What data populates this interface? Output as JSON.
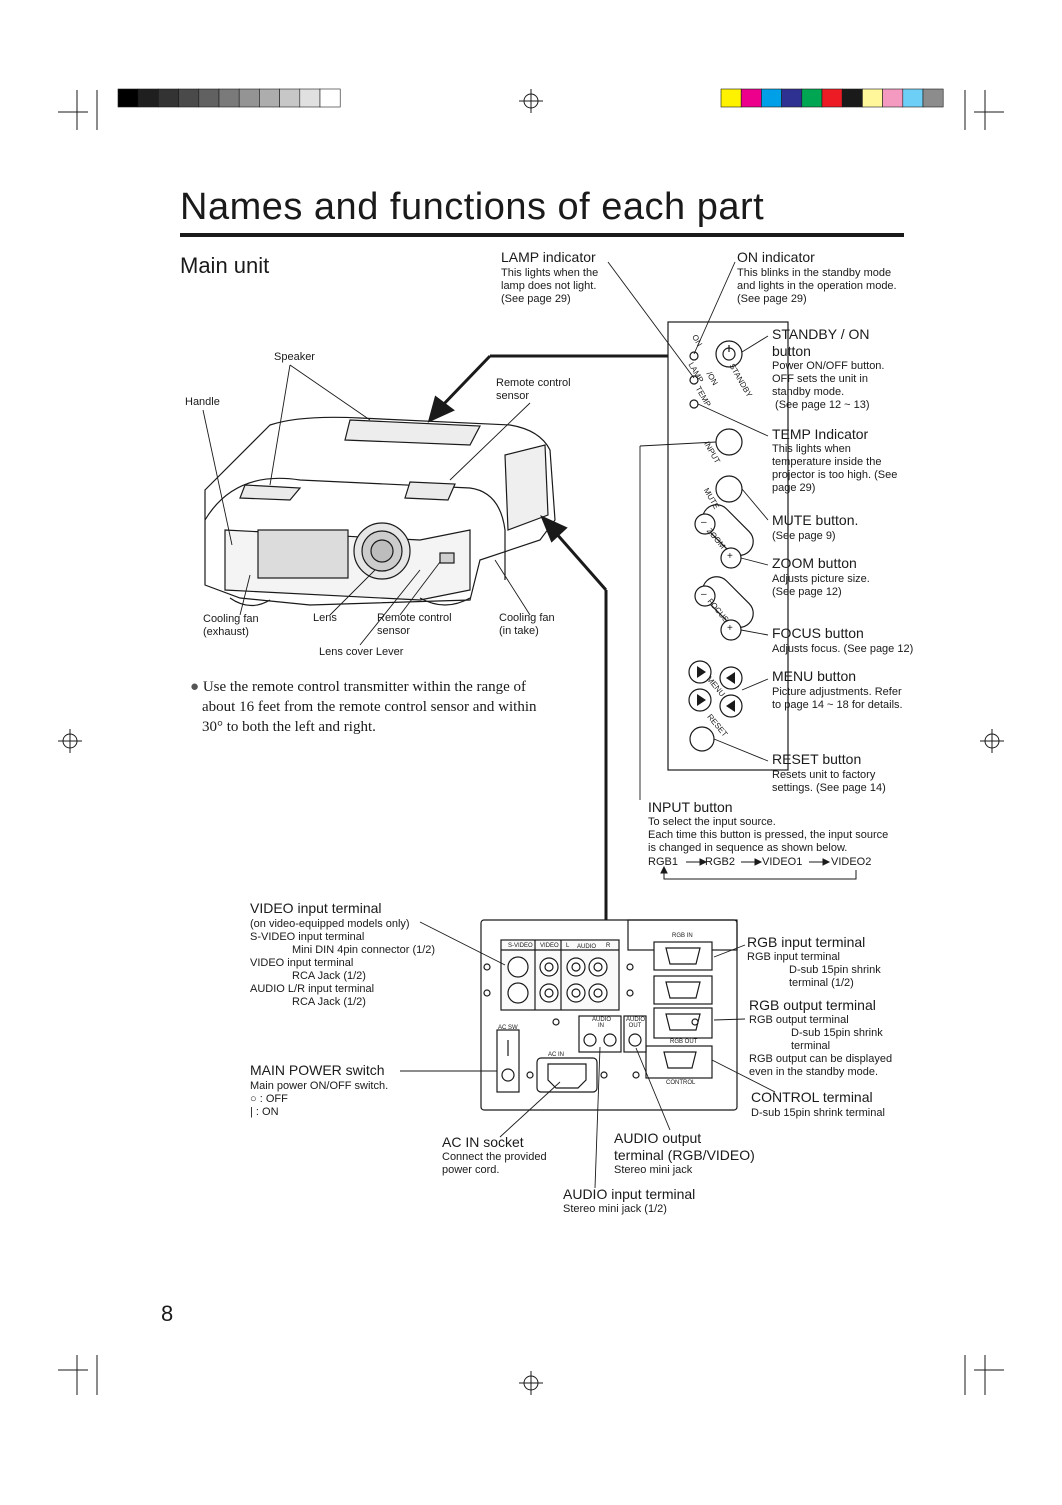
{
  "page": {
    "title": "Names and functions of each part",
    "section": "Main unit",
    "page_number": "8",
    "note": "Use the remote control transmitter within the range of about 16 feet from the remote control sensor and within 30° to both the left and right."
  },
  "projector_labels": {
    "speaker": "Speaker",
    "handle": "Handle",
    "remote_sensor_top": "Remote control sensor",
    "cooling_exhaust": "Cooling fan (exhaust)",
    "lens": "Lens",
    "remote_sensor_front": "Remote control sensor",
    "cooling_intake": "Cooling fan (in take)",
    "lens_cover_lever": "Lens cover Lever"
  },
  "control_panel": {
    "lamp": {
      "title": "LAMP indicator",
      "desc": "This lights when the lamp does not light. (See page 29)"
    },
    "on": {
      "title": "ON indicator",
      "desc": "This blinks in the standby mode and lights in the operation mode. (See page 29)"
    },
    "standby": {
      "title": "STANDBY / ON button",
      "desc_l1": "Power ON/OFF button.",
      "desc_l2": "OFF sets the unit in",
      "desc_l3": "standby mode.",
      "desc_l4": " (See page 12 ~ 13)"
    },
    "temp": {
      "title": "TEMP Indicator",
      "desc": "This lights when temperature inside the projector is too high. (See page 29)"
    },
    "mute": {
      "title": "MUTE button.",
      "desc": "(See page 9)"
    },
    "zoom": {
      "title": "ZOOM button",
      "desc_l1": "Adjusts picture size.",
      "desc_l2": "(See page 12)"
    },
    "focus": {
      "title": "FOCUS button",
      "desc": "Adjusts focus. (See page 12)"
    },
    "menu": {
      "title": "MENU button",
      "desc": "Picture adjustments. Refer to page 14 ~ 18 for details."
    },
    "reset": {
      "title": "RESET button",
      "desc": "Resets unit to factory settings. (See page 14)"
    },
    "input": {
      "title": "INPUT button",
      "desc_l1": "To select the input source.",
      "desc_l2": "Each time this button is pressed, the input source",
      "desc_l3": "is changed in sequence as shown below.",
      "sequence": [
        "RGB1",
        "RGB2",
        "VIDEO1",
        "VIDEO2"
      ]
    },
    "panel_text": {
      "on": "ON",
      "lamp": "LAMP",
      "slash_on": "/ON",
      "standby": "STANDBY",
      "temp": "TEMP",
      "input": "INPUT",
      "mute": "MUTE",
      "zoom": "ZOOM",
      "focus": "FOCUS",
      "menu": "MENU",
      "reset": "RESET",
      "minus": "–",
      "plus": "+"
    }
  },
  "rear_panel": {
    "video_input": {
      "title": "VIDEO input terminal",
      "l1": "(on video-equipped models only)",
      "l2": "S-VIDEO input terminal",
      "l3": "Mini DIN 4pin connector (1/2)",
      "l4": "VIDEO input terminal",
      "l5": "RCA Jack (1/2)",
      "l6": "AUDIO L/R input terminal",
      "l7": "RCA Jack (1/2)"
    },
    "main_power": {
      "title": "MAIN POWER switch",
      "l1": "Main power ON/OFF switch.",
      "l2": "○ : OFF",
      "l3": "| : ON"
    },
    "rgb_input": {
      "title": "RGB input terminal",
      "l1": "RGB input terminal",
      "l2": "D-sub 15pin shrink",
      "l3": "terminal (1/2)"
    },
    "rgb_output": {
      "title": "RGB output terminal",
      "l1": "RGB output terminal",
      "l2": "D-sub 15pin shrink",
      "l3": "terminal",
      "l4": "RGB output can be displayed",
      "l5": "even in the standby mode."
    },
    "control": {
      "title": "CONTROL terminal",
      "desc": "D-sub 15pin shrink terminal"
    },
    "ac_in": {
      "title": "AC IN socket",
      "l1": "Connect the provided",
      "l2": "power cord."
    },
    "audio_output": {
      "title_l1": "AUDIO output",
      "title_l2": "terminal (RGB/VIDEO)",
      "desc": "Stereo mini jack"
    },
    "audio_input": {
      "title": "AUDIO input terminal",
      "desc": "Stereo mini jack (1/2)"
    },
    "panel_text": {
      "svideo": "S-VIDEO",
      "video": "VIDEO",
      "l": "L",
      "audio": "AUDIO",
      "r": "R",
      "rgb_in": "RGB IN",
      "rgb_out": "RGB OUT",
      "control": "CONTROL",
      "ac_sw": "AC SW",
      "ac_in": "AC IN",
      "audio_in_l1": "AUDIO",
      "audio_in_l2": "IN",
      "audio_out_l1": "AUDIO",
      "audio_out_l2": "OUT"
    }
  },
  "colors": {
    "ink": "#1a1a1a",
    "registration_bar": [
      "#000000",
      "#1f1f1f",
      "#333333",
      "#4a4a4a",
      "#616161",
      "#7a7a7a",
      "#949494",
      "#adadad",
      "#c7c7c7",
      "#e0e0e0",
      "#ffffff"
    ],
    "color_bar": [
      "#fff200",
      "#ec008c",
      "#00a0e9",
      "#2e3192",
      "#00a651",
      "#ed1c24",
      "#1a1a1a",
      "#fff799",
      "#f49ac1",
      "#6dcff6",
      "#8c8c8c"
    ]
  }
}
